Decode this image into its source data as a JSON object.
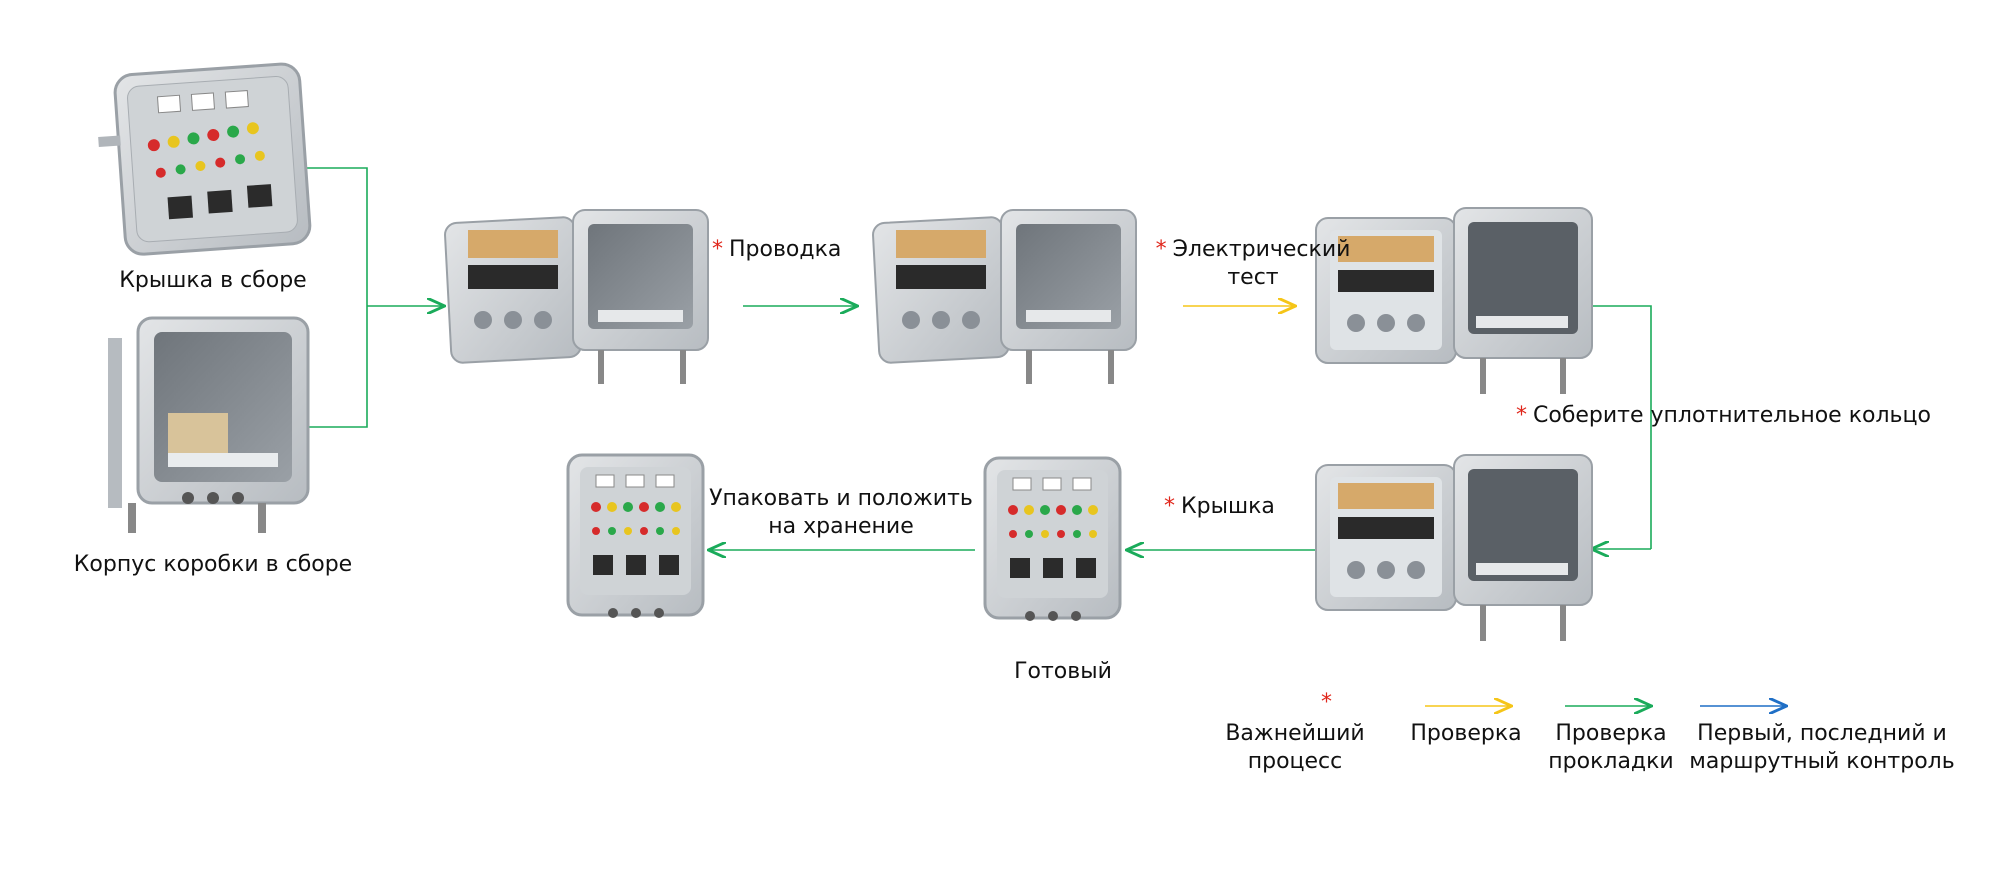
{
  "nodes": {
    "cover_assembly": "Крышка в сборе",
    "box_body_assembly": "Корпус коробки в сборе",
    "finished": "Готовый"
  },
  "steps": {
    "wiring": "Проводка",
    "electric_test": "Электрический тест",
    "seal_ring": "Соберите уплотнительное кольцо",
    "cover": "Крышка",
    "pack_store": "Упаковать и положить на хранение"
  },
  "legend": {
    "key_process": "Важнейший процесс",
    "check": "Проверка",
    "layout_check": "Проверка прокладки",
    "route_control": "Первый, последний и маршрутный контроль"
  },
  "colors": {
    "key_star": "#e0261b",
    "check_arrow": "#f5c518",
    "layout_arrow": "#1aab5a",
    "route_arrow": "#1f6fc6"
  },
  "icons": {
    "key_marker": "asterisk",
    "check_marker": "arrow-yellow",
    "layout_marker": "arrow-green",
    "route_marker": "arrow-blue"
  }
}
